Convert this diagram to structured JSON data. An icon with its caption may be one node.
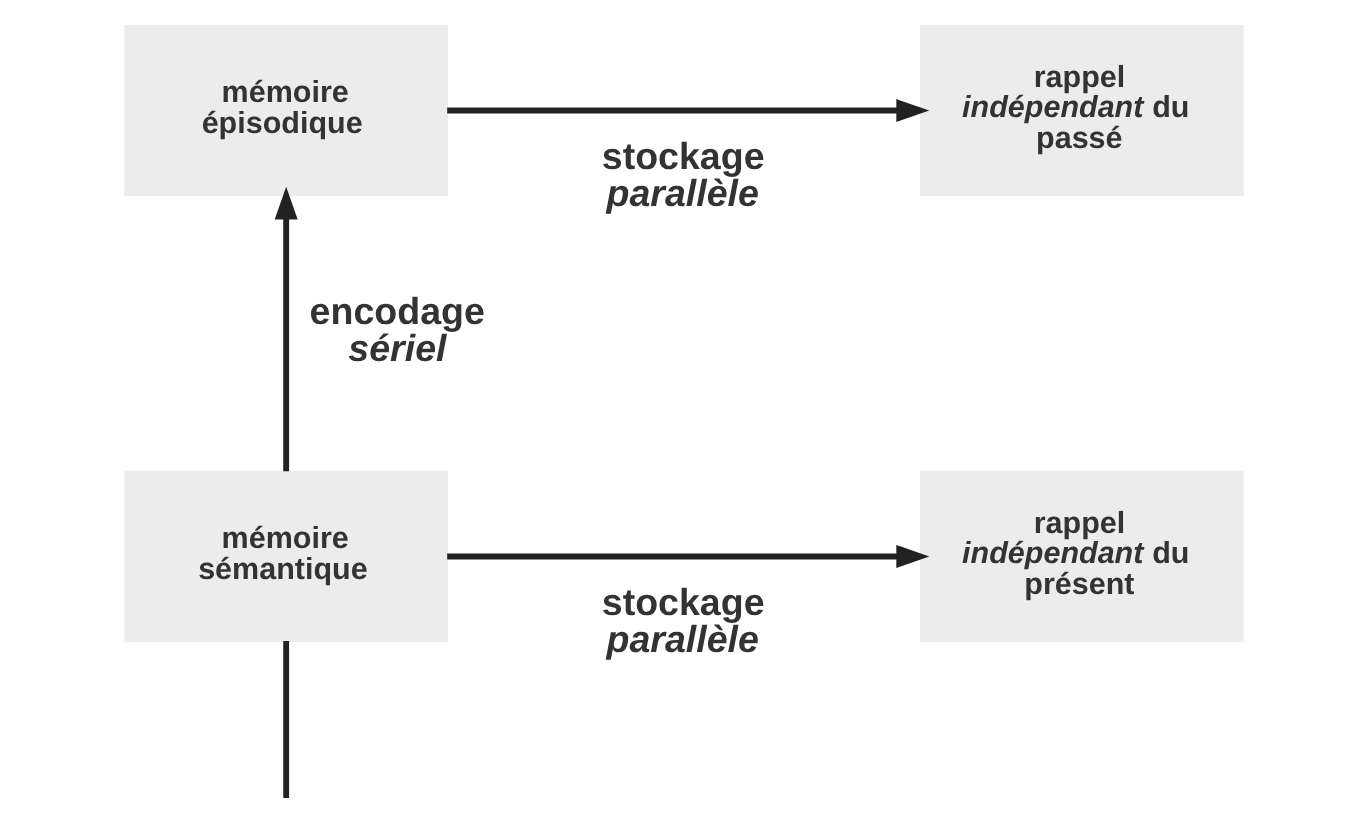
{
  "diagram": {
    "nodes": [
      {
        "text": [
          "mémoire épisodique"
        ]
      },
      {
        "text": [
          "rappel *indépendant* du passé"
        ]
      },
      {
        "text": [
          "mémoire sémantique"
        ]
      },
      {
        "text": [
          "rappel *indépendant* du présent"
        ]
      }
    ],
    "edges": [
      {
        "from": 0,
        "to": 1,
        "arrow": "to",
        "label": "stockage *parallèle*"
      },
      {
        "from": 2,
        "to": 0,
        "arrow": "to",
        "label": "encodage *sériel*"
      },
      {
        "from": 2,
        "to": 3,
        "arrow": "to",
        "label": "stockage *parallèle*"
      },
      {
        "from": null,
        "to": 2,
        "arrow": "none"
      }
    ]
  }
}
